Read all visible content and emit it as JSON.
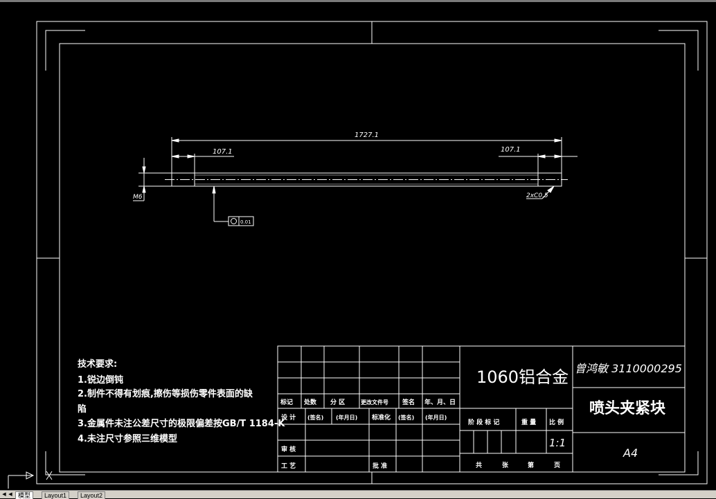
{
  "drawing": {
    "dimensions": {
      "overall_length": "1727.1",
      "left_segment": "107.1",
      "right_segment": "107.1",
      "thread": "M6",
      "chamfer": "2xC0.5",
      "tolerance_value": "0.01"
    },
    "notes": {
      "heading": "技术要求:",
      "items": [
        "1.锐边倒钝",
        "2.制件不得有划痕,擦伤等损伤零件表面的缺",
        "陷",
        "3.金属件未注公差尺寸的极限偏差按GB/T 1184-K",
        "4.未注尺寸参照三维模型"
      ]
    },
    "title_block": {
      "material": "1060铝合金",
      "author_id": "曾鸿敏 3110000295",
      "part_name": "喷头夹紧块",
      "sheet_size": "A4",
      "scale": "1:1",
      "rev_headers": [
        "标记",
        "处数",
        "分 区",
        "更改文件号",
        "签名",
        "年、月、日"
      ],
      "sign_row": [
        "设 计",
        "(签名)",
        "(年月日)",
        "标准化",
        "(签名)",
        "(年月日)"
      ],
      "review": "审 核",
      "process": "工 艺",
      "approve": "批 准",
      "stage_headers": [
        "阶 段 标 记",
        "重 量",
        "比 例"
      ],
      "sheet_row": [
        "共",
        "张",
        "第",
        "页"
      ]
    }
  },
  "layout_tabs": {
    "items": [
      "模型",
      "Layout1",
      "Layout2"
    ],
    "active": "模型"
  }
}
